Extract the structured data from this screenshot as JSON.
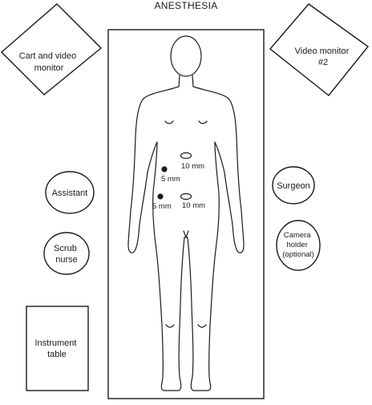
{
  "title": "ANESTHESIA",
  "cart_label": [
    "Cart and video",
    "monitor"
  ],
  "monitor2_label": [
    "Video monitor",
    "#2"
  ],
  "assistant_label": "Assistant",
  "scrub_label": [
    "Scrub",
    "nurse"
  ],
  "surgeon_label": "Surgeon",
  "camera_label": [
    "Camera",
    "holder",
    "(optional)"
  ],
  "instrument_label": [
    "Instrument",
    "table"
  ],
  "ports": {
    "ten_mm_upper": "10 mm",
    "five_mm_upper": "5 mm",
    "five_mm_lower": "5 mm",
    "ten_mm_lower": "10 mm"
  },
  "colors": {
    "ink": "#1a1a1a",
    "background": "#ffffff"
  }
}
